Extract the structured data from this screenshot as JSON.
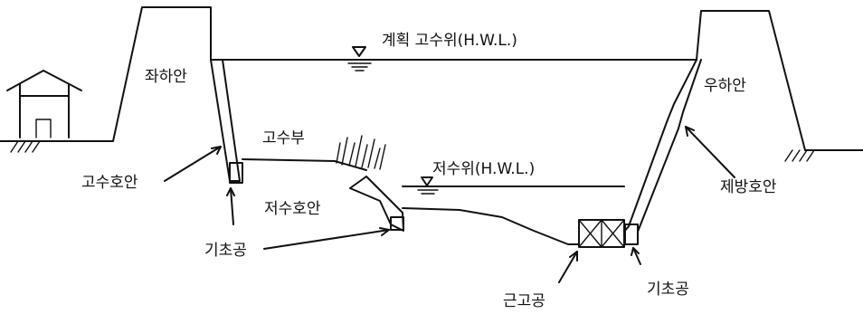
{
  "labels": {
    "planned_high_water_level": "계획 고수위(H.W.L.)",
    "left_bank": "좌하안",
    "right_bank": "우하안",
    "high_water_channel": "고수부",
    "high_water_revetment": "고수호안",
    "low_water_level": "저수위(H.W.L.)",
    "low_water_revetment": "저수호안",
    "levee_revetment": "제방호안",
    "foundation_left": "기초공",
    "foundation_right": "기초공",
    "toe_protection": "근고공"
  },
  "icons": {
    "water_level_marker": "inverted-triangle",
    "house": "house-icon",
    "vegetation": "grass-icon",
    "ground_hatch": "hatch-icon"
  }
}
